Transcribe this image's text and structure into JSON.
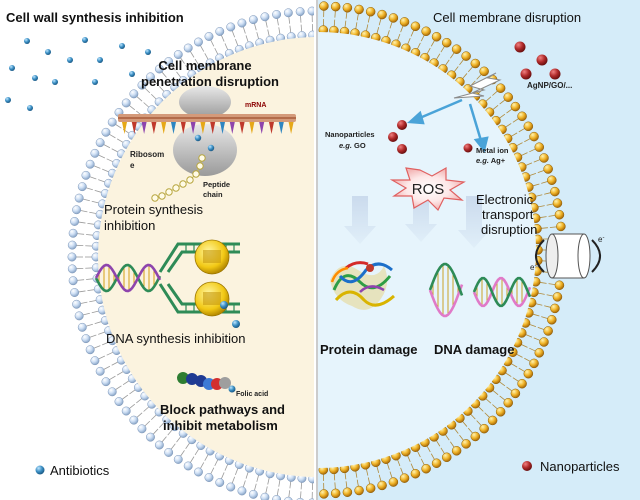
{
  "left_panel": {
    "title": "Cell wall synthesis inhibition",
    "membrane_label_line1": "Cell membrane",
    "membrane_label_line2": "penetration disruption",
    "mrna_label": "mRNA",
    "ribosome_label_line1": "Ribosom",
    "ribosome_label_line2": "e",
    "peptide_label_line1": "Peptide",
    "peptide_label_line2": "chain",
    "protein_label_line1": "Protein synthesis",
    "protein_label_line2": "inhibition",
    "dna_label": "DNA synthesis inhibition",
    "folic_label": "Folic acid",
    "pathway_label_line1": "Block pathways and",
    "pathway_label_line2": "inhibit metabolism",
    "legend_label": "Antibiotics",
    "colors": {
      "antibiotic": "#3b8fc4",
      "cytoplasm": "#fbf3df",
      "lipid_head": "#c4d7f0"
    }
  },
  "right_panel": {
    "title": "Cell membrane disruption",
    "np_types": "AgNP/GO/...",
    "nanoparticles_label": "Nanoparticles",
    "nanoparticles_eg_prefix": "e.g.",
    "nanoparticles_eg_value": " GO",
    "metal_label": "Metal ion",
    "metal_eg_prefix": "e.g.",
    "metal_eg_value": " Ag+",
    "ros_label": "ROS",
    "etc_line1": "Electronic",
    "etc_line2": "transport",
    "etc_line3": "disruption",
    "electron_symbol": "e",
    "electron_charge": "-",
    "protein_damage_label": "Protein damage",
    "dna_damage_label": "DNA damage",
    "legend_label": "Nanoparticles",
    "colors": {
      "nanoparticle": "#b02a2a",
      "cytoplasm": "#d9eefa",
      "lipid_head": "#e8a624"
    }
  }
}
